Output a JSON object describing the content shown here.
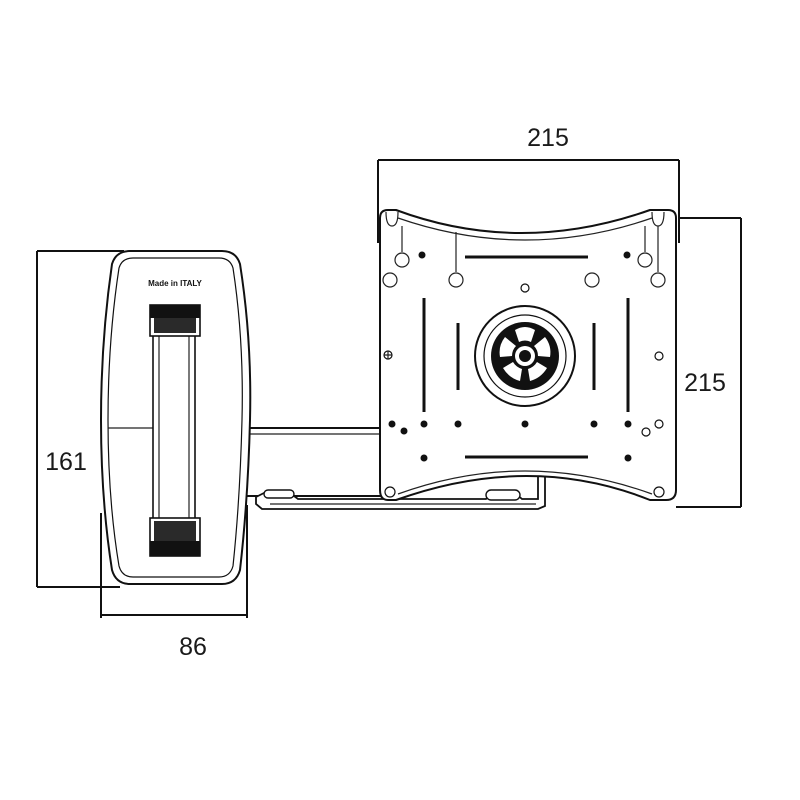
{
  "dimensions": {
    "plate_width": "215",
    "plate_height": "215",
    "wall_plate_height": "161",
    "wall_plate_width": "86"
  },
  "labels": {
    "made_in": "Made in ITALY"
  }
}
